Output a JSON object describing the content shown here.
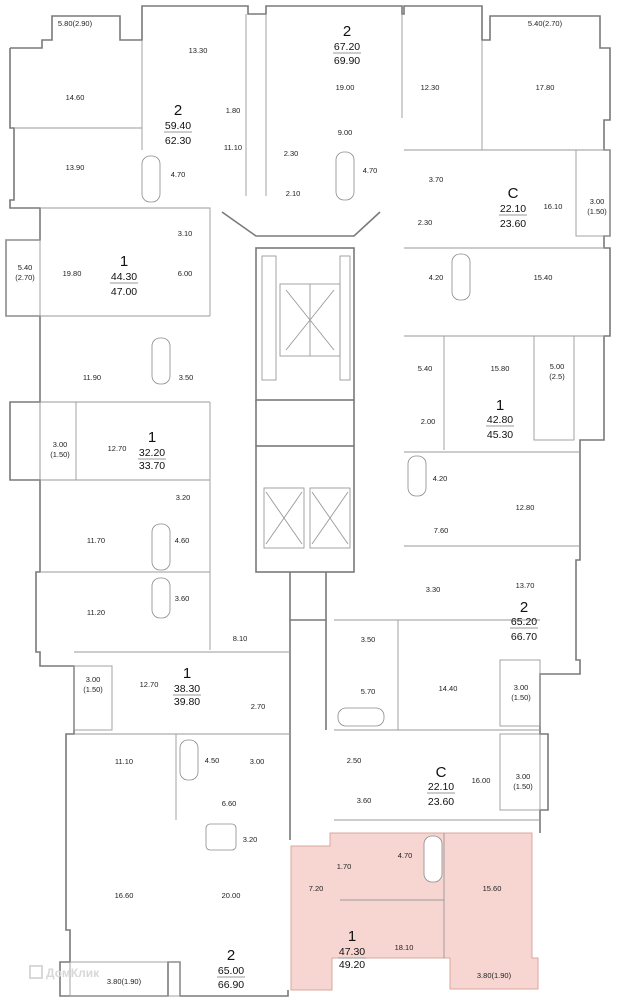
{
  "colors": {
    "highlight": "#f7d6d1",
    "wall": "#7a7a7a"
  },
  "watermark": "ДомКлик",
  "apartments": [
    {
      "id": "a1",
      "rooms": "2",
      "area_total": "59.40",
      "area_full": "62.30"
    },
    {
      "id": "a2",
      "rooms": "2",
      "area_total": "67.20",
      "area_full": "69.90"
    },
    {
      "id": "a3",
      "rooms": "C",
      "area_total": "22.10",
      "area_full": "23.60"
    },
    {
      "id": "a4",
      "rooms": "1",
      "area_total": "44.30",
      "area_full": "47.00"
    },
    {
      "id": "a5",
      "rooms": "1",
      "area_total": "42.80",
      "area_full": "45.30"
    },
    {
      "id": "a6",
      "rooms": "1",
      "area_total": "32.20",
      "area_full": "33.70"
    },
    {
      "id": "a7",
      "rooms": "2",
      "area_total": "65.20",
      "area_full": "66.70"
    },
    {
      "id": "a8",
      "rooms": "1",
      "area_total": "38.30",
      "area_full": "39.80"
    },
    {
      "id": "a9",
      "rooms": "C",
      "area_total": "22.10",
      "area_full": "23.60"
    },
    {
      "id": "a10",
      "rooms": "2",
      "area_total": "65.00",
      "area_full": "66.90"
    },
    {
      "id": "a11",
      "rooms": "1",
      "area_total": "47.30",
      "area_full": "49.20"
    }
  ],
  "room_areas": [
    "5.80(2.90)",
    "13.30",
    "14.60",
    "1.80",
    "11.10",
    "13.90",
    "4.70",
    "19.00",
    "12.30",
    "9.00",
    "2.30",
    "2.10",
    "4.70",
    "5.40(2.70)",
    "17.80",
    "3.70",
    "16.10",
    "3.00",
    "(1.50)",
    "2.30",
    "3.10",
    "5.40",
    "(2.70)",
    "19.80",
    "6.00",
    "4.20",
    "15.40",
    "11.90",
    "3.50",
    "15.80",
    "5.00",
    "(2.5)",
    "5.40",
    "2.00",
    "3.00",
    "(1.50)",
    "12.70",
    "4.20",
    "3.20",
    "11.70",
    "4.60",
    "12.80",
    "7.60",
    "11.20",
    "3.60",
    "3.30",
    "13.70",
    "8.10",
    "3.50",
    "3.00",
    "(1.50)",
    "12.70",
    "5.70",
    "14.40",
    "3.00",
    "(1.50)",
    "2.70",
    "11.10",
    "4.50",
    "3.00",
    "2.50",
    "16.00",
    "3.00",
    "(1.50)",
    "6.60",
    "3.60",
    "3.20",
    "4.70",
    "1.70",
    "7.20",
    "15.60",
    "16.60",
    "20.00",
    "18.10",
    "3.80(1.90)",
    "3.80(1.90)"
  ]
}
